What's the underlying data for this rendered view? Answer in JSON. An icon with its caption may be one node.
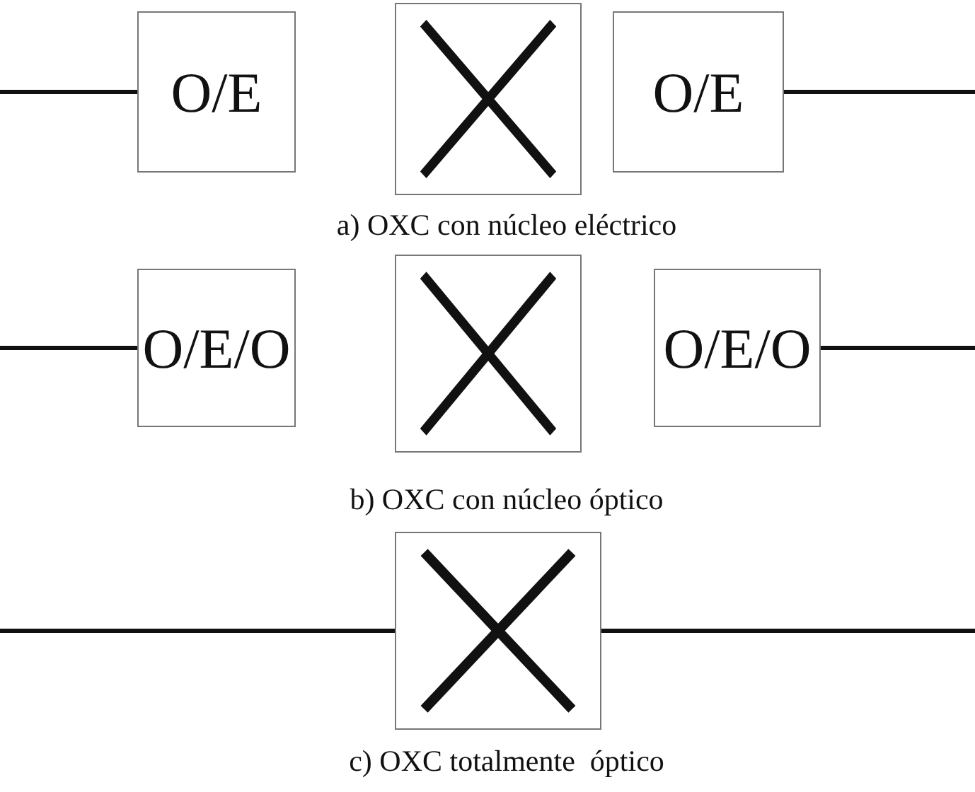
{
  "diagram": {
    "nodes": [
      {
        "text": [
          "O/E"
        ]
      },
      {
        "text": [],
        "shape": "box"
      },
      {
        "text": [
          "O/E"
        ]
      },
      {
        "text": [
          "O/E/O"
        ]
      },
      {
        "text": [],
        "shape": "box"
      },
      {
        "text": [
          "O/E/O"
        ]
      },
      {
        "text": [],
        "shape": "box"
      }
    ],
    "edges": [
      {
        "from": null,
        "to": 0,
        "arrow": "none"
      },
      {
        "from": 2,
        "to": null,
        "arrow": "none"
      },
      {
        "from": null,
        "to": 3,
        "arrow": "none"
      },
      {
        "from": 5,
        "to": null,
        "arrow": "none"
      },
      {
        "from": null,
        "to": 6,
        "arrow": "none"
      },
      {
        "from": 6,
        "to": null,
        "arrow": "none"
      }
    ],
    "labels": [
      "a) OXC con núcleo eléctrico",
      "b) OXC con núcleo óptico",
      "c) OXC totalmente  óptico"
    ]
  }
}
